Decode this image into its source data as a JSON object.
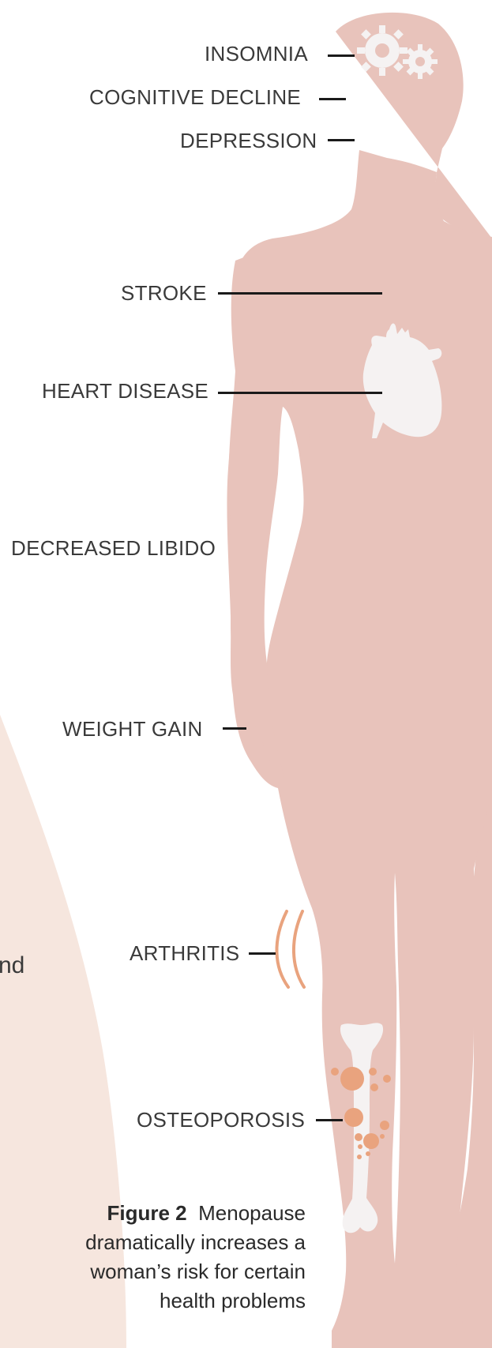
{
  "labels": {
    "insomnia": "INSOMNIA",
    "cognitive_decline": "COGNITIVE DECLINE",
    "depression": "DEPRESSION",
    "stroke": "STROKE",
    "heart_disease": "HEART DISEASE",
    "decreased_libido": "DECREASED LIBIDO",
    "weight_gain": "WEIGHT GAIN",
    "arthritis": "ARTHRITIS",
    "osteoporosis": "OSTEOPOROSIS"
  },
  "partial_text": "nd",
  "caption": {
    "figure_label": "Figure 2",
    "text": "Menopause dramatically increases a woman’s risk for certain health problems"
  },
  "colors": {
    "body_silhouette": "#e8c3bb",
    "background_curve": "#f6e6de",
    "icon_white": "#f5f2f2",
    "accent_orange": "#e9a37e",
    "leader_line": "#1a1a1a",
    "label_text": "#3a3a3a"
  },
  "icons": [
    "gears-icon",
    "heart-icon",
    "arthritis-arcs-icon",
    "bone-icon",
    "osteoporosis-dots-icon"
  ]
}
